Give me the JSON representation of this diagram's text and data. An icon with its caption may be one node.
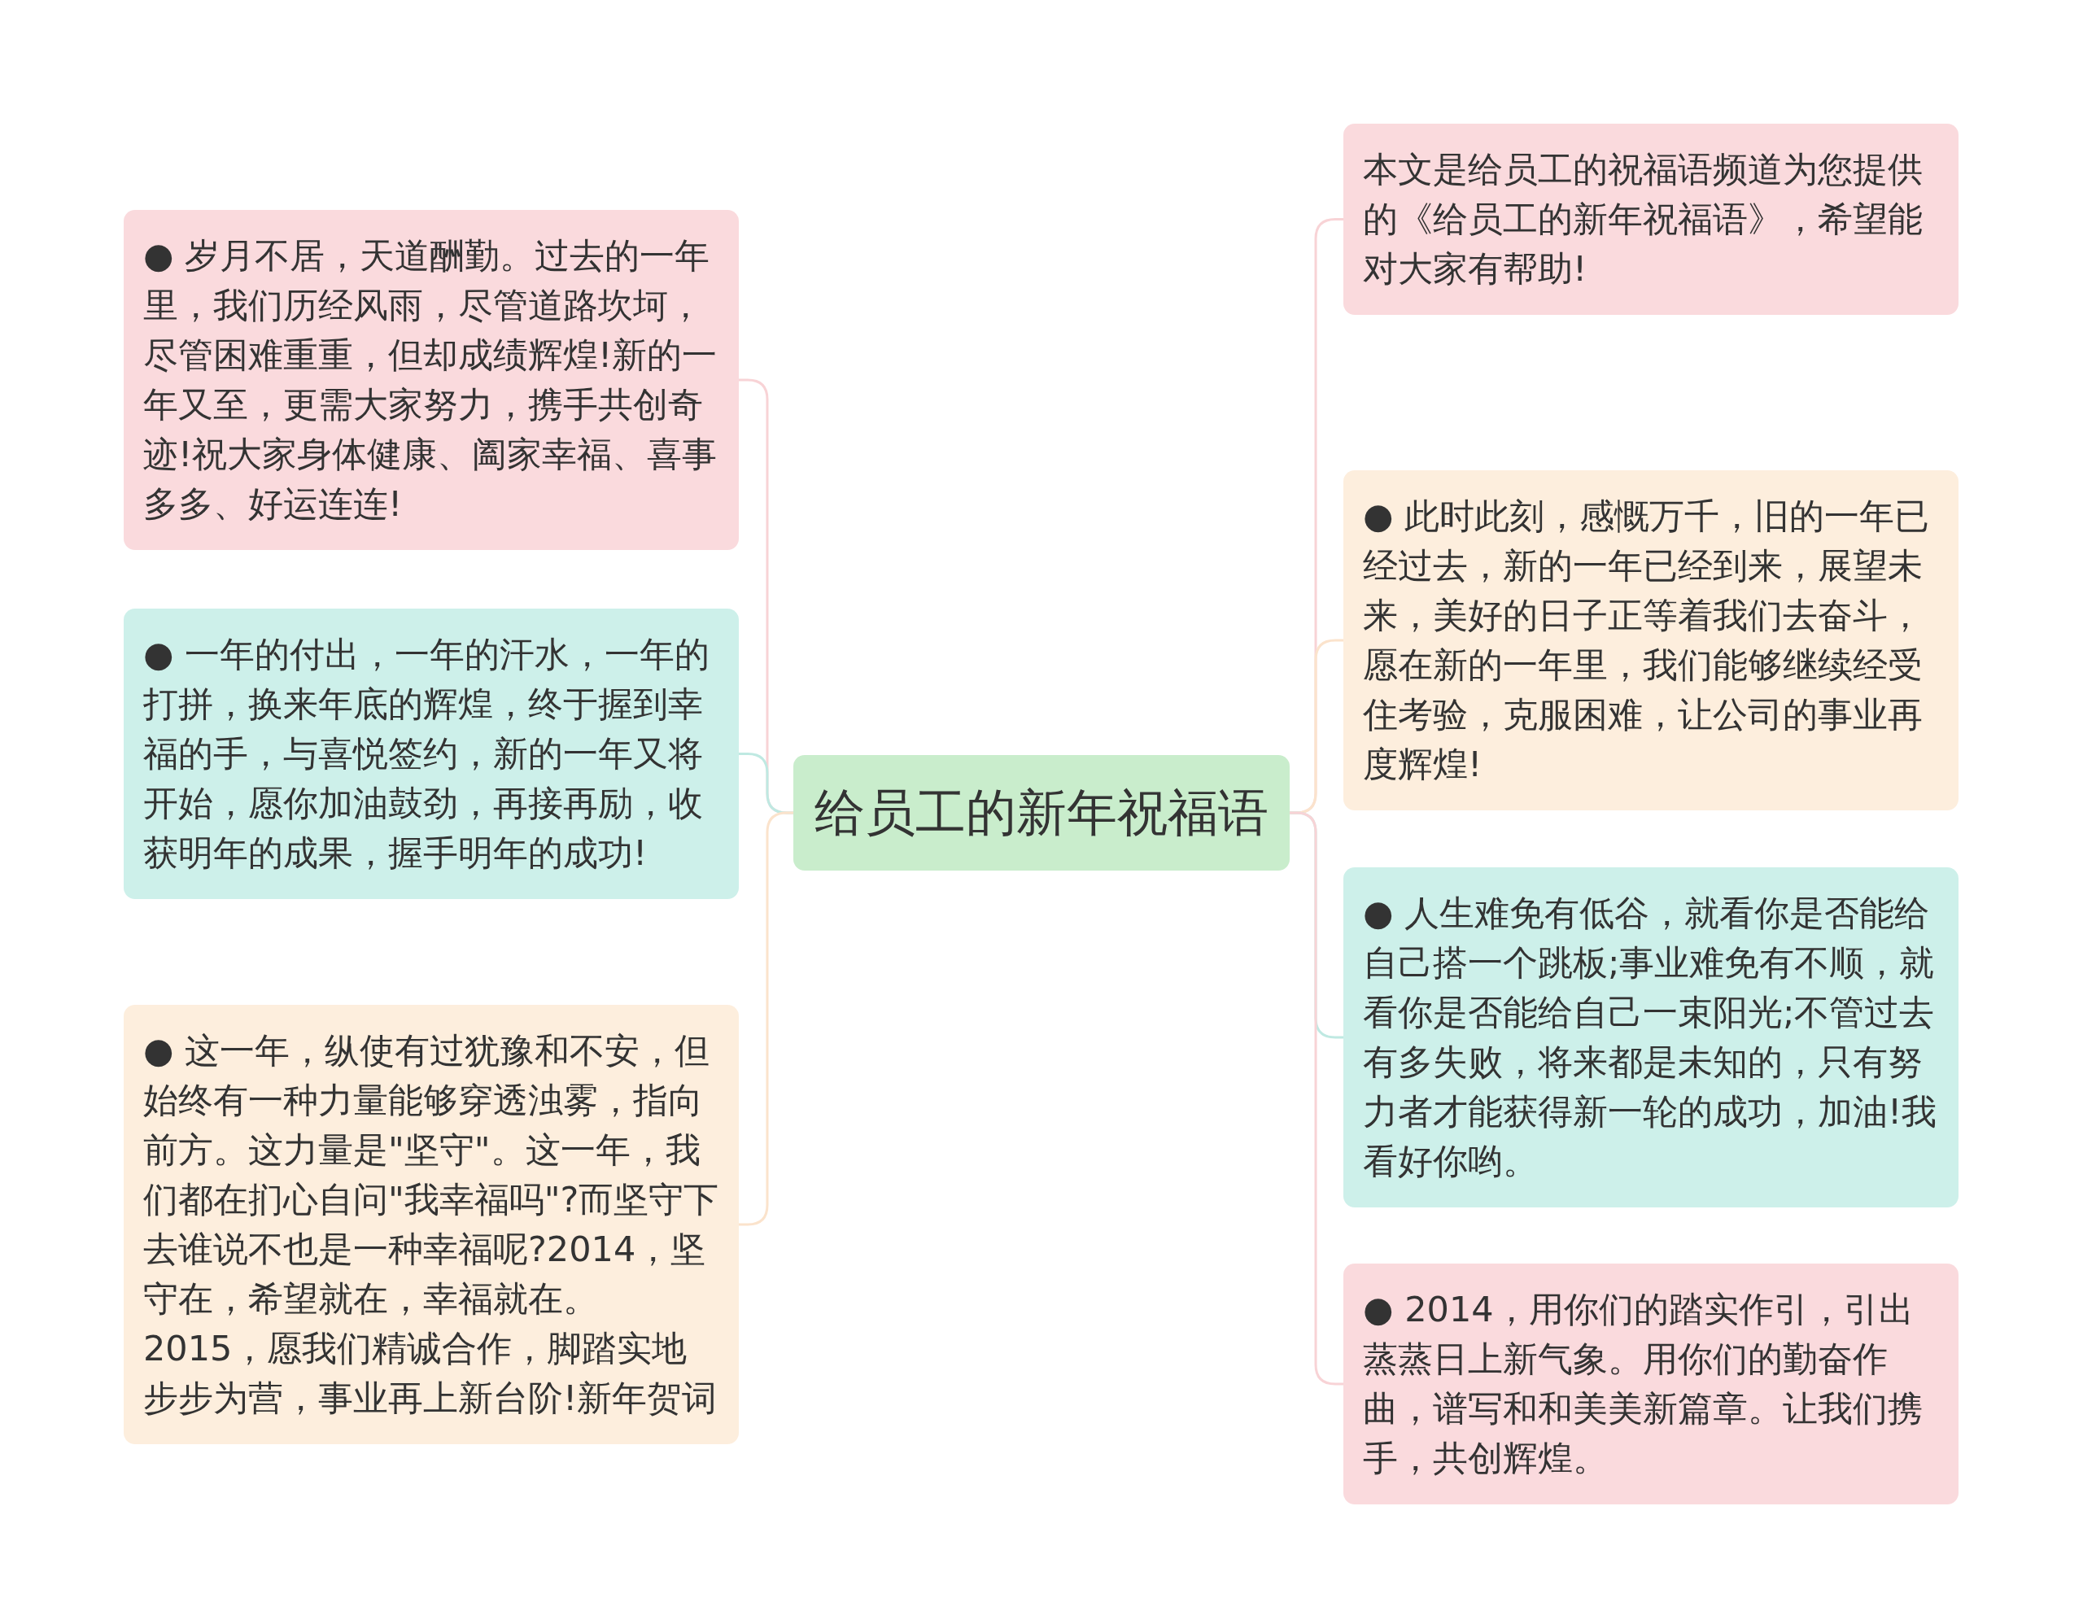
{
  "diagram": {
    "nodes": [
      {
        "text": [
          "给员工的新年祝福语"
        ]
      },
      {
        "text": [
          "● 岁月不居，天道酬勤。过去的一年里，我们历经风雨，尽管道路坎坷，尽管困难重重，但却成绩辉煌!新的一年又至，更需大家努力，携手共创奇迹!祝大家身体健康、阖家幸福、喜事多多、好运连连!"
        ]
      },
      {
        "text": [
          "● 一年的付出，一年的汗水，一年的打拼，换来年底的辉煌，终于握到幸福的手，与喜悦签约，新的一年又将开始，愿你加油鼓劲，再接再励，收获明年的成果，握手明年的成功!"
        ]
      },
      {
        "text": [
          "● 这一年，纵使有过犹豫和不安，但始终有一种力量能够穿透浊雾，指向前方。这力量是\"坚守\"。这一年，我们都在扪心自问\"我幸福吗\"?而坚守下去谁说不也是一种幸福呢?2014，坚守在，希望就在，幸福就在。2015，愿我们精诚合作，脚踏实地步步为营，事业再上新台阶!新年贺词"
        ]
      },
      {
        "text": [
          "本文是给员工的祝福语频道为您提供的《给员工的新年祝福语》，希望能对大家有帮助!"
        ]
      },
      {
        "text": [
          "● 此时此刻，感慨万千，旧的一年已经过去，新的一年已经到来，展望未来，美好的日子正等着我们去奋斗，愿在新的一年里，我们能够继续经受住考验，克服困难，让公司的事业再度辉煌!"
        ]
      },
      {
        "text": [
          "● 人生难免有低谷，就看你是否能给自己搭一个跳板;事业难免有不顺，就看你是否能给自己一束阳光;不管过去有多失败，将来都是未知的，只有努力者才能获得新一轮的成功，加油!我看好你哟。"
        ]
      },
      {
        "text": [
          "● 2014，用你们的踏实作引，引出蒸蒸日上新气象。用你们的勤奋作曲，谱写和和美美新篇章。让我们携手，共创辉煌。"
        ]
      }
    ],
    "edges": [
      {
        "from": 0,
        "to": 1,
        "arrow": "none"
      },
      {
        "from": 0,
        "to": 2,
        "arrow": "none",
        "color": "#bfe9e2"
      },
      {
        "from": 0,
        "to": 3,
        "arrow": "none",
        "color": "#fbe3cc"
      },
      {
        "from": 0,
        "to": 4,
        "arrow": "none"
      },
      {
        "from": 0,
        "to": 5,
        "arrow": "none",
        "color": "#fbe3cc"
      },
      {
        "from": 0,
        "to": 6,
        "arrow": "none",
        "color": "#bfe9e2"
      },
      {
        "from": 0,
        "to": 7,
        "arrow": "none"
      }
    ]
  }
}
